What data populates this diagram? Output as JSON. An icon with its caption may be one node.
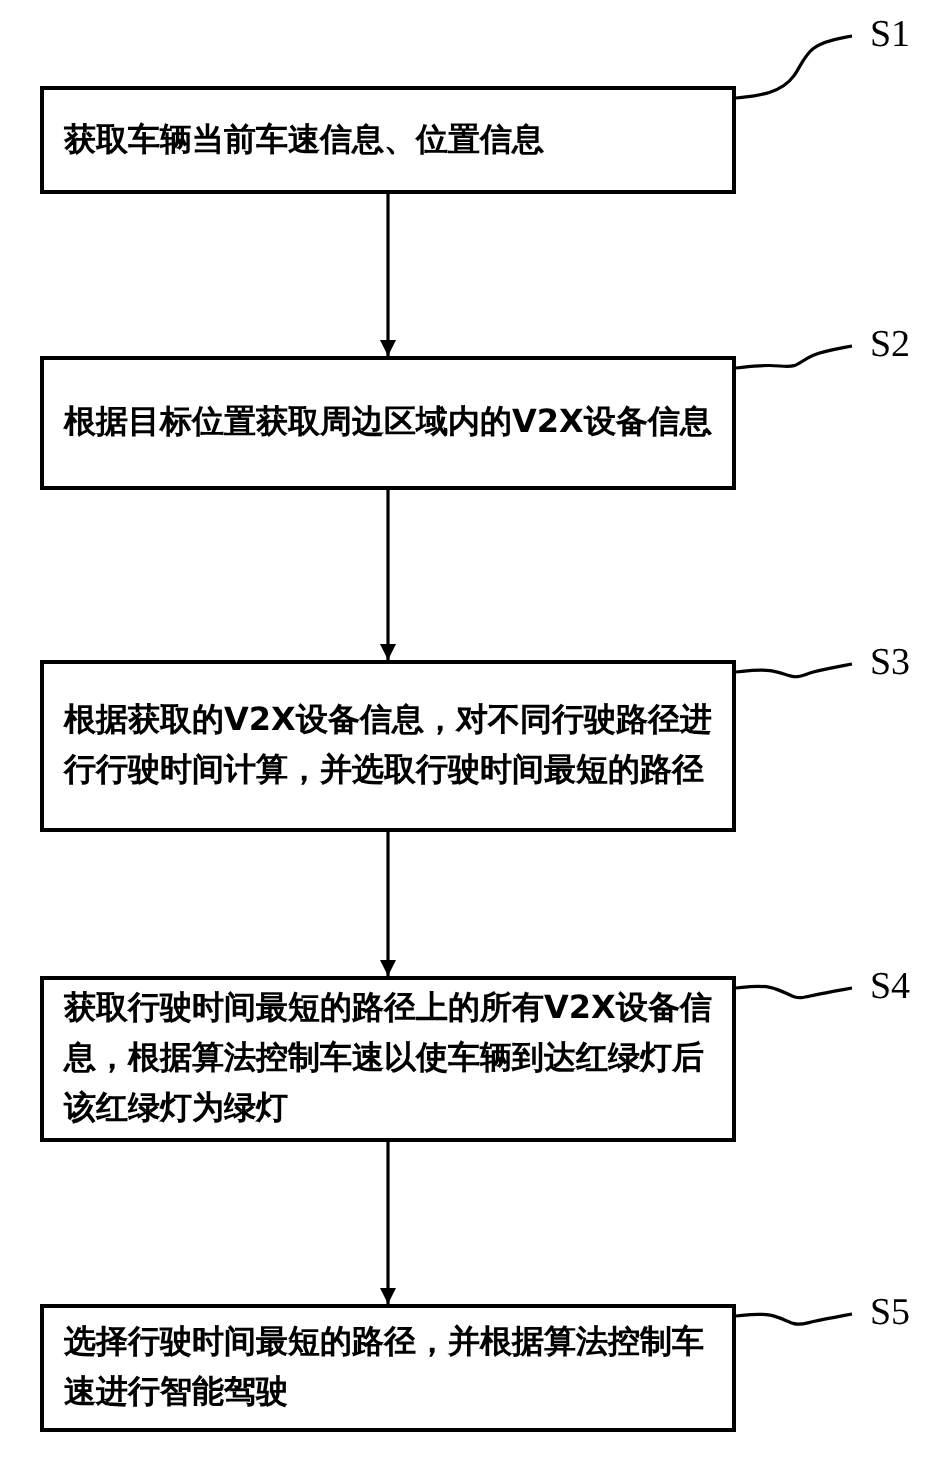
{
  "diagram": {
    "nodes": [
      {
        "text": [
          "S1"
        ]
      },
      {
        "text": [
          "获取车辆当前车速信息、位置信息"
        ]
      },
      {
        "text": [
          "S2"
        ]
      },
      {
        "text": [
          "根据目标位置获取周边区域内的V2X设备信息"
        ]
      },
      {
        "text": [
          "S3"
        ]
      },
      {
        "text": [
          "根据获取的V2X设备信息，对不同行驶路径进行行驶时间计算，并选取行驶时间最短的路径"
        ]
      },
      {
        "text": [
          "S4"
        ]
      },
      {
        "text": [
          "获取行驶时间最短的路径上的所有V2X设备信息，根据算法控制车速以使车辆到达红绿灯后该红绿灯为绿灯"
        ]
      },
      {
        "text": [
          "S5"
        ]
      },
      {
        "text": [
          "选择行驶时间最短的路径，并根据算法控制车速进行智能驾驶"
        ]
      }
    ],
    "edges": [
      {
        "from": 1,
        "to": 3,
        "arrow": "to"
      },
      {
        "from": 3,
        "to": 5,
        "arrow": "to"
      },
      {
        "from": 5,
        "to": 7,
        "arrow": "to"
      },
      {
        "from": 7,
        "to": 9,
        "arrow": "to"
      },
      {
        "from": 1,
        "to": 0,
        "arrow": "none"
      },
      {
        "from": 3,
        "to": 2,
        "arrow": "none"
      },
      {
        "from": 5,
        "to": 4,
        "arrow": "none"
      },
      {
        "from": 7,
        "to": 6,
        "arrow": "none"
      },
      {
        "from": 9,
        "to": 8,
        "arrow": "none"
      }
    ]
  }
}
